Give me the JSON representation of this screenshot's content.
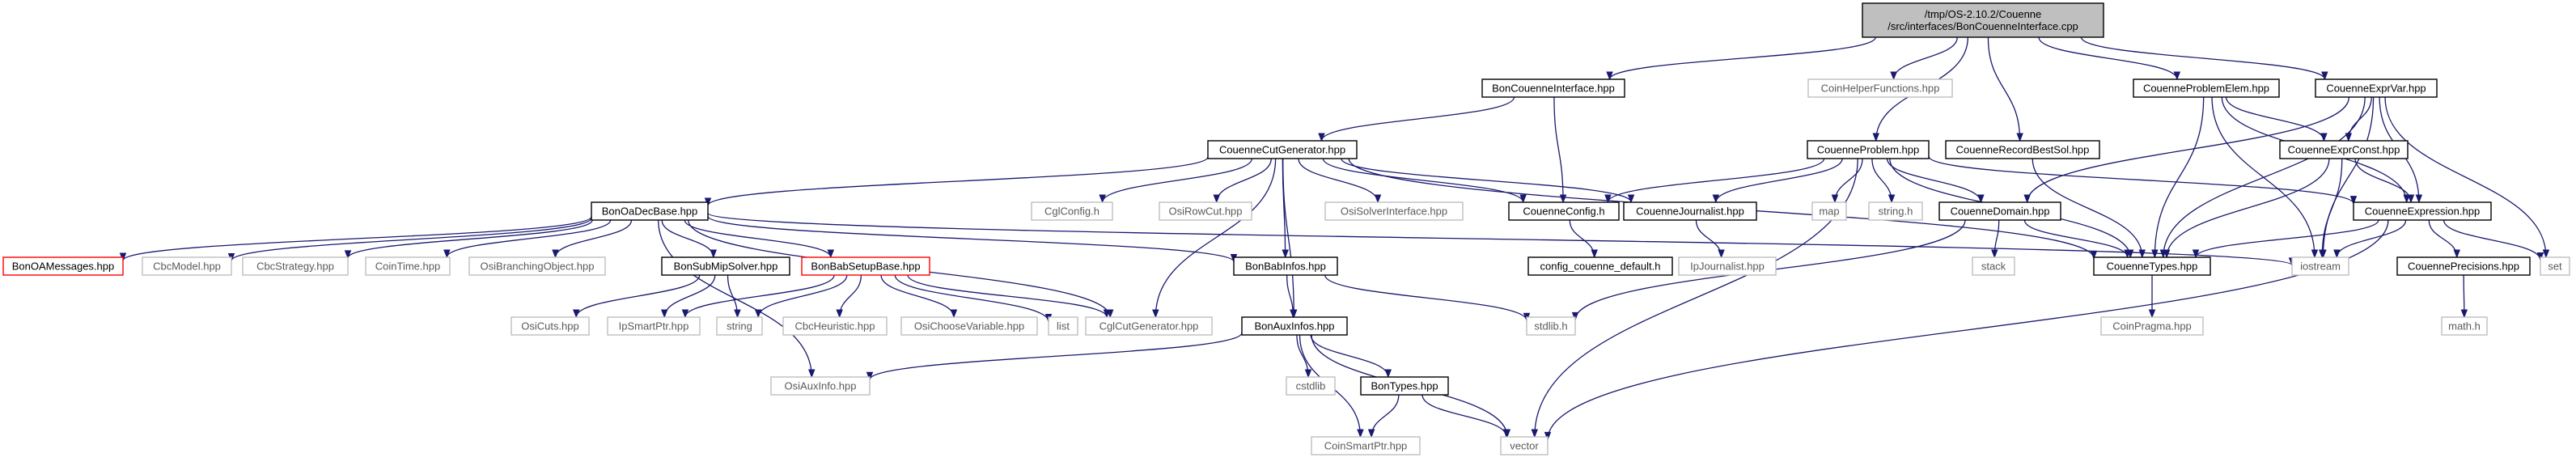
{
  "graph": {
    "root": "/tmp/OS-2.10.2/Couenne/src/interfaces/BonCouenneInterface.cpp",
    "nodes": [
      {
        "id": "root",
        "label": [
          "/tmp/OS-2.10.2/Couenne",
          "/src/interfaces/BonCouenneInterface.cpp"
        ],
        "kind": "root"
      },
      {
        "id": "BonCouenneInterface.hpp",
        "label": [
          "BonCouenneInterface.hpp"
        ],
        "kind": "documented"
      },
      {
        "id": "CoinHelperFunctions.hpp",
        "label": [
          "CoinHelperFunctions.hpp"
        ],
        "kind": "undocumented"
      },
      {
        "id": "CouenneProblemElem.hpp",
        "label": [
          "CouenneProblemElem.hpp"
        ],
        "kind": "documented"
      },
      {
        "id": "CouenneExprVar.hpp",
        "label": [
          "CouenneExprVar.hpp"
        ],
        "kind": "documented"
      },
      {
        "id": "CouenneCutGenerator.hpp",
        "label": [
          "CouenneCutGenerator.hpp"
        ],
        "kind": "documented"
      },
      {
        "id": "CouenneProblem.hpp",
        "label": [
          "CouenneProblem.hpp"
        ],
        "kind": "documented"
      },
      {
        "id": "CouenneRecordBestSol.hpp",
        "label": [
          "CouenneRecordBestSol.hpp"
        ],
        "kind": "documented"
      },
      {
        "id": "CouenneExprConst.hpp",
        "label": [
          "CouenneExprConst.hpp"
        ],
        "kind": "documented"
      },
      {
        "id": "BonOaDecBase.hpp",
        "label": [
          "BonOaDecBase.hpp"
        ],
        "kind": "documented"
      },
      {
        "id": "CglConfig.h",
        "label": [
          "CglConfig.h"
        ],
        "kind": "undocumented"
      },
      {
        "id": "OsiRowCut.hpp",
        "label": [
          "OsiRowCut.hpp"
        ],
        "kind": "undocumented"
      },
      {
        "id": "OsiSolverInterface.hpp",
        "label": [
          "OsiSolverInterface.hpp"
        ],
        "kind": "undocumented"
      },
      {
        "id": "CouenneConfig.h",
        "label": [
          "CouenneConfig.h"
        ],
        "kind": "documented"
      },
      {
        "id": "CouenneJournalist.hpp",
        "label": [
          "CouenneJournalist.hpp"
        ],
        "kind": "documented"
      },
      {
        "id": "map",
        "label": [
          "map"
        ],
        "kind": "undocumented"
      },
      {
        "id": "string.h",
        "label": [
          "string.h"
        ],
        "kind": "undocumented"
      },
      {
        "id": "CouenneDomain.hpp",
        "label": [
          "CouenneDomain.hpp"
        ],
        "kind": "documented"
      },
      {
        "id": "CouenneExpression.hpp",
        "label": [
          "CouenneExpression.hpp"
        ],
        "kind": "documented"
      },
      {
        "id": "BonOAMessages.hpp",
        "label": [
          "BonOAMessages.hpp"
        ],
        "kind": "missing"
      },
      {
        "id": "CbcModel.hpp",
        "label": [
          "CbcModel.hpp"
        ],
        "kind": "undocumented"
      },
      {
        "id": "CbcStrategy.hpp",
        "label": [
          "CbcStrategy.hpp"
        ],
        "kind": "undocumented"
      },
      {
        "id": "CoinTime.hpp",
        "label": [
          "CoinTime.hpp"
        ],
        "kind": "undocumented"
      },
      {
        "id": "OsiBranchingObject.hpp",
        "label": [
          "OsiBranchingObject.hpp"
        ],
        "kind": "undocumented"
      },
      {
        "id": "BonSubMipSolver.hpp",
        "label": [
          "BonSubMipSolver.hpp"
        ],
        "kind": "documented"
      },
      {
        "id": "BonBabSetupBase.hpp",
        "label": [
          "BonBabSetupBase.hpp"
        ],
        "kind": "missing"
      },
      {
        "id": "BonBabInfos.hpp",
        "label": [
          "BonBabInfos.hpp"
        ],
        "kind": "documented"
      },
      {
        "id": "config_couenne_default.h",
        "label": [
          "config_couenne_default.h"
        ],
        "kind": "documented"
      },
      {
        "id": "IpJournalist.hpp",
        "label": [
          "IpJournalist.hpp"
        ],
        "kind": "undocumented"
      },
      {
        "id": "stack",
        "label": [
          "stack"
        ],
        "kind": "undocumented"
      },
      {
        "id": "CouenneTypes.hpp",
        "label": [
          "CouenneTypes.hpp"
        ],
        "kind": "documented"
      },
      {
        "id": "iostream",
        "label": [
          "iostream"
        ],
        "kind": "undocumented"
      },
      {
        "id": "CouennePrecisions.hpp",
        "label": [
          "CouennePrecisions.hpp"
        ],
        "kind": "documented"
      },
      {
        "id": "set",
        "label": [
          "set"
        ],
        "kind": "undocumented"
      },
      {
        "id": "OsiCuts.hpp",
        "label": [
          "OsiCuts.hpp"
        ],
        "kind": "undocumented"
      },
      {
        "id": "IpSmartPtr.hpp",
        "label": [
          "IpSmartPtr.hpp"
        ],
        "kind": "undocumented"
      },
      {
        "id": "string",
        "label": [
          "string"
        ],
        "kind": "undocumented"
      },
      {
        "id": "CbcHeuristic.hpp",
        "label": [
          "CbcHeuristic.hpp"
        ],
        "kind": "undocumented"
      },
      {
        "id": "OsiChooseVariable.hpp",
        "label": [
          "OsiChooseVariable.hpp"
        ],
        "kind": "undocumented"
      },
      {
        "id": "list",
        "label": [
          "list"
        ],
        "kind": "undocumented"
      },
      {
        "id": "CglCutGenerator.hpp",
        "label": [
          "CglCutGenerator.hpp"
        ],
        "kind": "undocumented"
      },
      {
        "id": "BonAuxInfos.hpp",
        "label": [
          "BonAuxInfos.hpp"
        ],
        "kind": "documented"
      },
      {
        "id": "stdlib.h",
        "label": [
          "stdlib.h"
        ],
        "kind": "undocumented"
      },
      {
        "id": "CoinPragma.hpp",
        "label": [
          "CoinPragma.hpp"
        ],
        "kind": "undocumented"
      },
      {
        "id": "math.h",
        "label": [
          "math.h"
        ],
        "kind": "undocumented"
      },
      {
        "id": "cstdlib",
        "label": [
          "cstdlib"
        ],
        "kind": "undocumented"
      },
      {
        "id": "BonTypes.hpp",
        "label": [
          "BonTypes.hpp"
        ],
        "kind": "documented"
      },
      {
        "id": "OsiAuxInfo.hpp",
        "label": [
          "OsiAuxInfo.hpp"
        ],
        "kind": "undocumented"
      },
      {
        "id": "CoinSmartPtr.hpp",
        "label": [
          "CoinSmartPtr.hpp"
        ],
        "kind": "undocumented"
      },
      {
        "id": "vector",
        "label": [
          "vector"
        ],
        "kind": "undocumented"
      }
    ],
    "edges": [
      [
        "root",
        "BonCouenneInterface.hpp"
      ],
      [
        "root",
        "CoinHelperFunctions.hpp"
      ],
      [
        "root",
        "CouenneProblemElem.hpp"
      ],
      [
        "root",
        "CouenneExprVar.hpp"
      ],
      [
        "root",
        "CouenneProblem.hpp"
      ],
      [
        "root",
        "CouenneRecordBestSol.hpp"
      ],
      [
        "BonCouenneInterface.hpp",
        "CouenneCutGenerator.hpp"
      ],
      [
        "BonCouenneInterface.hpp",
        "CouenneConfig.h"
      ],
      [
        "CouenneCutGenerator.hpp",
        "BonOaDecBase.hpp"
      ],
      [
        "CouenneCutGenerator.hpp",
        "CglConfig.h"
      ],
      [
        "CouenneCutGenerator.hpp",
        "OsiRowCut.hpp"
      ],
      [
        "CouenneCutGenerator.hpp",
        "OsiSolverInterface.hpp"
      ],
      [
        "CouenneCutGenerator.hpp",
        "CouenneConfig.h"
      ],
      [
        "CouenneCutGenerator.hpp",
        "CouenneJournalist.hpp"
      ],
      [
        "CouenneCutGenerator.hpp",
        "CouenneTypes.hpp"
      ],
      [
        "CouenneCutGenerator.hpp",
        "BonBabInfos.hpp"
      ],
      [
        "CouenneCutGenerator.hpp",
        "BonAuxInfos.hpp"
      ],
      [
        "CouenneCutGenerator.hpp",
        "CglCutGenerator.hpp"
      ],
      [
        "BonOaDecBase.hpp",
        "BonOAMessages.hpp"
      ],
      [
        "BonOaDecBase.hpp",
        "CbcModel.hpp"
      ],
      [
        "BonOaDecBase.hpp",
        "CbcStrategy.hpp"
      ],
      [
        "BonOaDecBase.hpp",
        "CoinTime.hpp"
      ],
      [
        "BonOaDecBase.hpp",
        "OsiBranchingObject.hpp"
      ],
      [
        "BonOaDecBase.hpp",
        "BonSubMipSolver.hpp"
      ],
      [
        "BonOaDecBase.hpp",
        "BonBabSetupBase.hpp"
      ],
      [
        "BonOaDecBase.hpp",
        "BonBabInfos.hpp"
      ],
      [
        "BonOaDecBase.hpp",
        "CglCutGenerator.hpp"
      ],
      [
        "BonOaDecBase.hpp",
        "OsiAuxInfo.hpp"
      ],
      [
        "BonOaDecBase.hpp",
        "iostream"
      ],
      [
        "BonSubMipSolver.hpp",
        "OsiCuts.hpp"
      ],
      [
        "BonSubMipSolver.hpp",
        "IpSmartPtr.hpp"
      ],
      [
        "BonSubMipSolver.hpp",
        "string"
      ],
      [
        "BonBabSetupBase.hpp",
        "IpSmartPtr.hpp"
      ],
      [
        "BonBabSetupBase.hpp",
        "string"
      ],
      [
        "BonBabSetupBase.hpp",
        "CbcHeuristic.hpp"
      ],
      [
        "BonBabSetupBase.hpp",
        "OsiChooseVariable.hpp"
      ],
      [
        "BonBabSetupBase.hpp",
        "list"
      ],
      [
        "BonBabSetupBase.hpp",
        "CglCutGenerator.hpp"
      ],
      [
        "BonBabInfos.hpp",
        "BonAuxInfos.hpp"
      ],
      [
        "BonBabInfos.hpp",
        "stdlib.h"
      ],
      [
        "BonAuxInfos.hpp",
        "OsiAuxInfo.hpp"
      ],
      [
        "BonAuxInfos.hpp",
        "cstdlib"
      ],
      [
        "BonAuxInfos.hpp",
        "BonTypes.hpp"
      ],
      [
        "BonAuxInfos.hpp",
        "CoinSmartPtr.hpp"
      ],
      [
        "BonAuxInfos.hpp",
        "vector"
      ],
      [
        "BonTypes.hpp",
        "CoinSmartPtr.hpp"
      ],
      [
        "BonTypes.hpp",
        "vector"
      ],
      [
        "CouenneConfig.h",
        "config_couenne_default.h"
      ],
      [
        "CouenneJournalist.hpp",
        "IpJournalist.hpp"
      ],
      [
        "CouenneProblem.hpp",
        "CouenneConfig.h"
      ],
      [
        "CouenneProblem.hpp",
        "CouenneJournalist.hpp"
      ],
      [
        "CouenneProblem.hpp",
        "map"
      ],
      [
        "CouenneProblem.hpp",
        "string.h"
      ],
      [
        "CouenneProblem.hpp",
        "CouenneDomain.hpp"
      ],
      [
        "CouenneProblem.hpp",
        "CouenneExpression.hpp"
      ],
      [
        "CouenneProblem.hpp",
        "CouenneTypes.hpp"
      ],
      [
        "CouenneProblem.hpp",
        "vector"
      ],
      [
        "CouenneRecordBestSol.hpp",
        "CouenneTypes.hpp"
      ],
      [
        "CouenneDomain.hpp",
        "stack"
      ],
      [
        "CouenneDomain.hpp",
        "CouenneTypes.hpp"
      ],
      [
        "CouenneDomain.hpp",
        "stdlib.h"
      ],
      [
        "CouenneProblemElem.hpp",
        "CouenneExprConst.hpp"
      ],
      [
        "CouenneProblemElem.hpp",
        "CouenneExpression.hpp"
      ],
      [
        "CouenneProblemElem.hpp",
        "CouenneTypes.hpp"
      ],
      [
        "CouenneProblemElem.hpp",
        "iostream"
      ],
      [
        "CouenneExprVar.hpp",
        "CouenneExprConst.hpp"
      ],
      [
        "CouenneExprVar.hpp",
        "CouenneExpression.hpp"
      ],
      [
        "CouenneExprVar.hpp",
        "CouenneDomain.hpp"
      ],
      [
        "CouenneExprVar.hpp",
        "CouenneTypes.hpp"
      ],
      [
        "CouenneExprVar.hpp",
        "iostream"
      ],
      [
        "CouenneExprVar.hpp",
        "set"
      ],
      [
        "CouenneExprConst.hpp",
        "CouenneExpression.hpp"
      ],
      [
        "CouenneExprConst.hpp",
        "CouenneTypes.hpp"
      ],
      [
        "CouenneExprConst.hpp",
        "iostream"
      ],
      [
        "CouenneExpression.hpp",
        "CouennePrecisions.hpp"
      ],
      [
        "CouenneExpression.hpp",
        "CouenneTypes.hpp"
      ],
      [
        "CouenneExpression.hpp",
        "iostream"
      ],
      [
        "CouenneExpression.hpp",
        "set"
      ],
      [
        "CouenneExpression.hpp",
        "vector"
      ],
      [
        "CouennePrecisions.hpp",
        "math.h"
      ],
      [
        "CouenneTypes.hpp",
        "CoinPragma.hpp"
      ]
    ]
  }
}
